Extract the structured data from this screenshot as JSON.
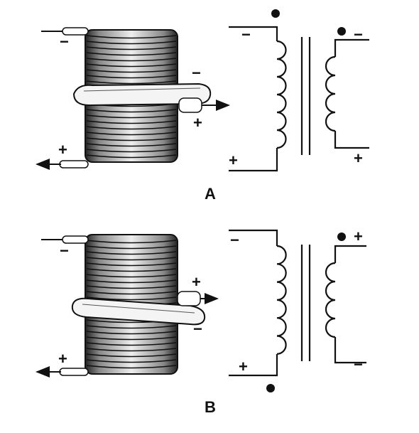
{
  "diagram": {
    "panel_a": {
      "label": "A",
      "coil": {
        "lead_top": "−",
        "lead_bottom": "+",
        "tap_upper": "−",
        "tap_lower": "+"
      },
      "schematic": {
        "primary_top": "−",
        "primary_bottom": "+",
        "secondary_top": "−",
        "secondary_bottom": "+",
        "dots": [
          "primary-top",
          "secondary-top"
        ]
      }
    },
    "panel_b": {
      "label": "B",
      "coil": {
        "lead_top": "−",
        "lead_bottom": "+",
        "tap_upper": "+",
        "tap_lower": "−"
      },
      "schematic": {
        "primary_top": "−",
        "primary_bottom": "+",
        "secondary_top": "+",
        "secondary_bottom": "−",
        "dots": [
          "primary-bottom",
          "secondary-top"
        ]
      }
    }
  }
}
